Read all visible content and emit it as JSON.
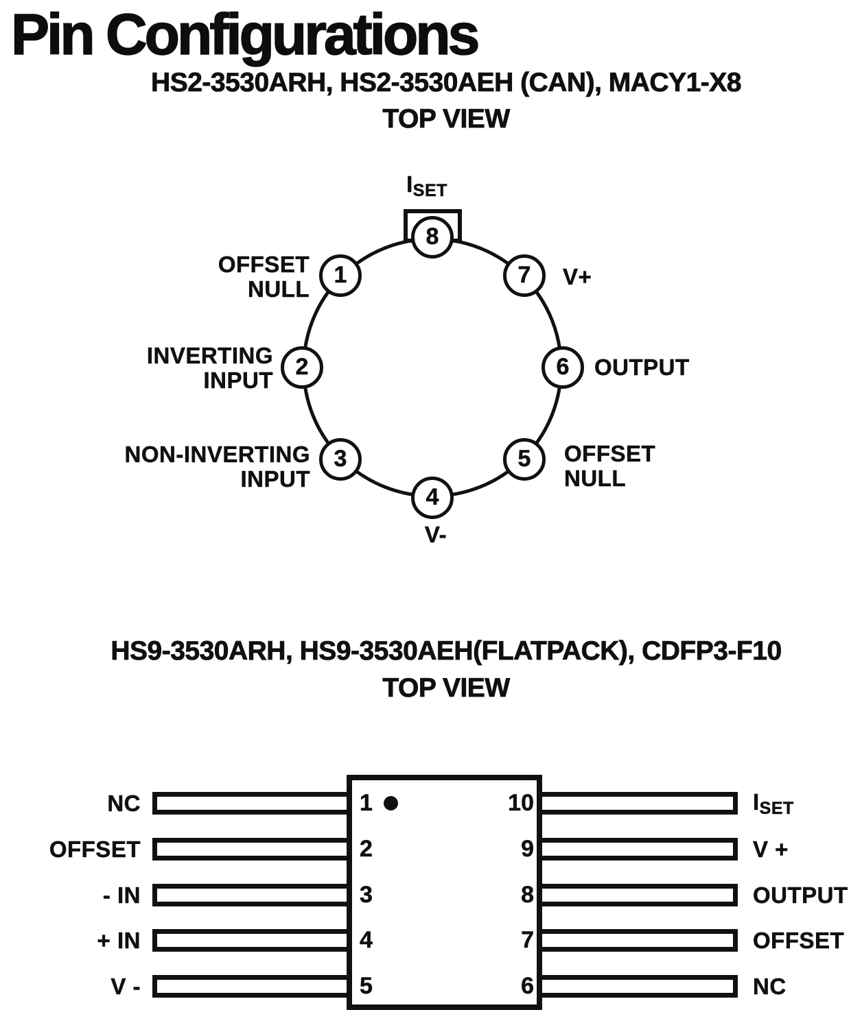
{
  "page": {
    "title": "Pin Configurations"
  },
  "colors": {
    "ink": "#111111",
    "background": "#ffffff"
  },
  "can": {
    "heading": "HS2-3530ARH, HS2-3530AEH (CAN), MACY1-X8",
    "view": "TOP VIEW",
    "top_pin_label": {
      "main": "I",
      "sub": "SET"
    },
    "pins": [
      {
        "num": "1",
        "label": [
          "OFFSET",
          "NULL"
        ]
      },
      {
        "num": "2",
        "label": [
          "INVERTING",
          "INPUT"
        ]
      },
      {
        "num": "3",
        "label": [
          "NON-INVERTING",
          "INPUT"
        ]
      },
      {
        "num": "4",
        "label": [
          "V-"
        ]
      },
      {
        "num": "5",
        "label": [
          "OFFSET",
          "NULL"
        ]
      },
      {
        "num": "6",
        "label": [
          "OUTPUT"
        ]
      },
      {
        "num": "7",
        "label": [
          "V+"
        ]
      },
      {
        "num": "8",
        "label": [
          "ISET"
        ]
      }
    ]
  },
  "flatpack": {
    "heading": "HS9-3530ARH, HS9-3530AEH(FLATPACK), CDFP3-F10",
    "view": "TOP VIEW",
    "left_pins": [
      {
        "num": "1",
        "label": "NC"
      },
      {
        "num": "2",
        "label": "OFFSET"
      },
      {
        "num": "3",
        "label": "- IN"
      },
      {
        "num": "4",
        "label": "+ IN"
      },
      {
        "num": "5",
        "label": "V -"
      }
    ],
    "right_pins": [
      {
        "num": "10",
        "label_main": "I",
        "label_sub": "SET"
      },
      {
        "num": "9",
        "label": "V +"
      },
      {
        "num": "8",
        "label": "OUTPUT"
      },
      {
        "num": "7",
        "label": "OFFSET"
      },
      {
        "num": "6",
        "label": "NC"
      }
    ]
  }
}
